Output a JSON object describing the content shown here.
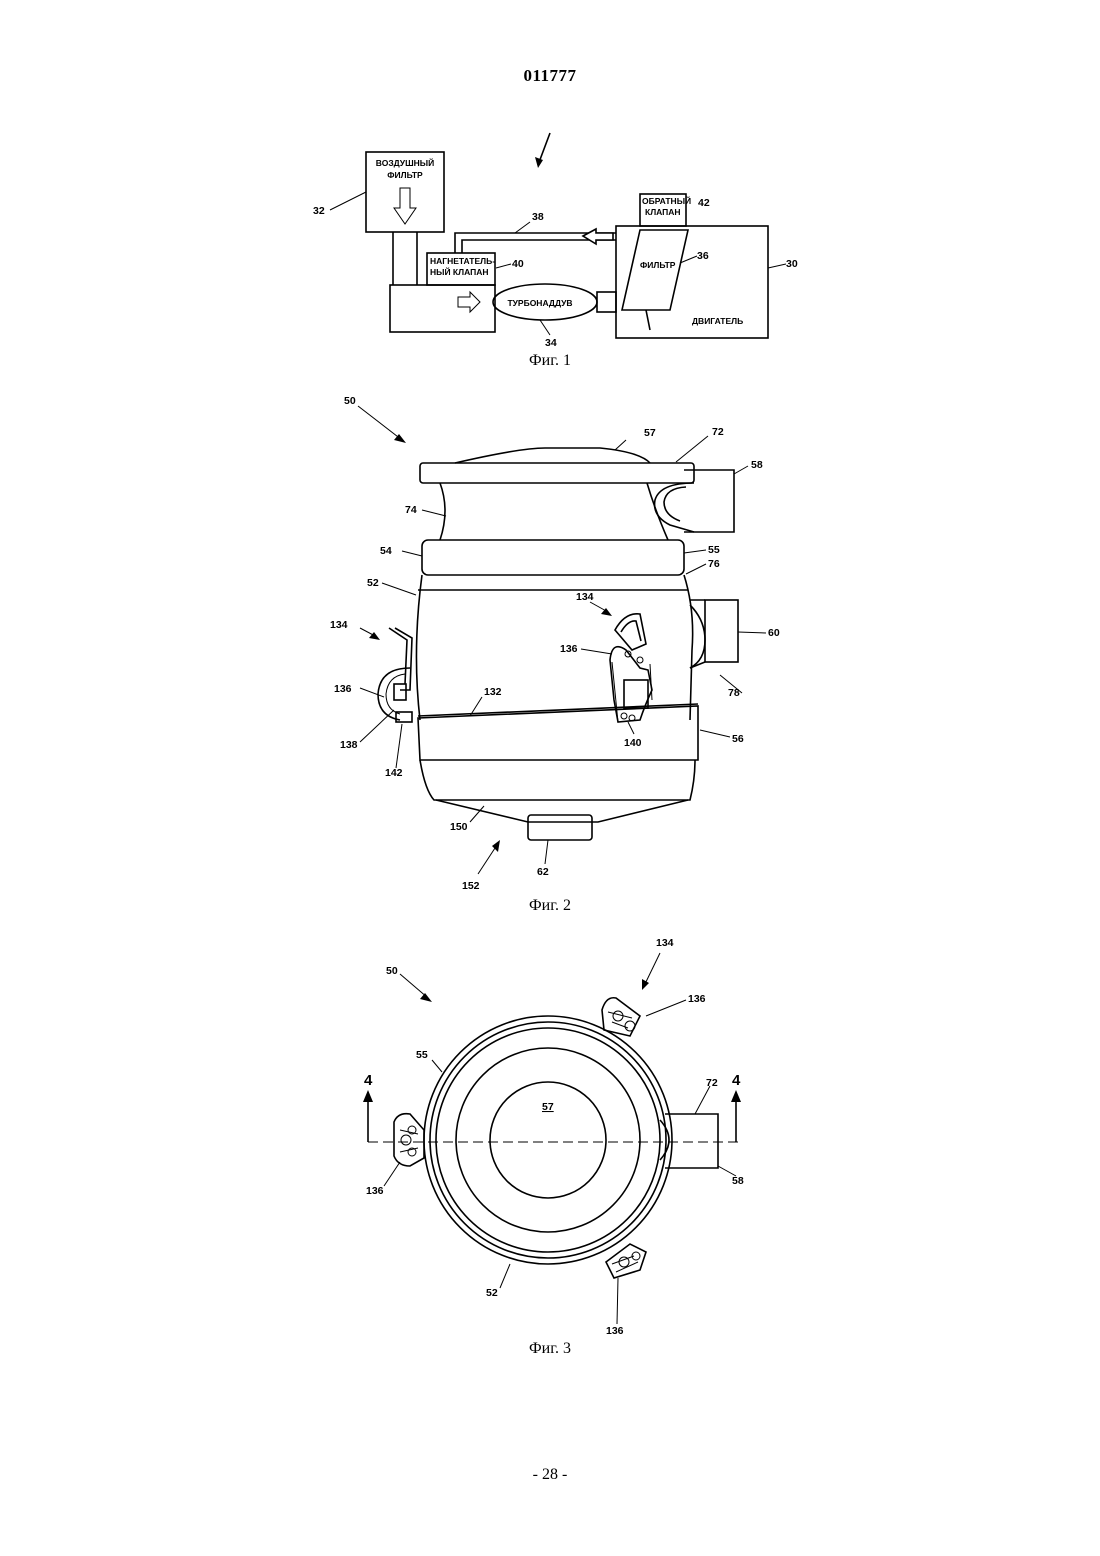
{
  "header": {
    "doc_number": "011777"
  },
  "footer": {
    "page": "- 28 -"
  },
  "figures": [
    {
      "caption": "Фиг. 1",
      "boxes": {
        "air_filter": [
          "ВОЗДУШНЫЙ",
          "ФИЛЬТР"
        ],
        "check_valve": [
          "ОБРАТНЫЙ",
          "КЛАПАН"
        ],
        "pressure_valve": [
          "НАГНЕТАТЕЛЬ-",
          "НЫЙ КЛАПАН"
        ],
        "turbo": "ТУРБОНАДДУВ",
        "filter": "ФИЛЬТР",
        "engine": "ДВИГАТЕЛЬ"
      },
      "labels": [
        "32",
        "38",
        "42",
        "40",
        "36",
        "30",
        "34"
      ]
    },
    {
      "caption": "Фиг. 2",
      "labels": [
        "50",
        "57",
        "72",
        "58",
        "74",
        "54",
        "55",
        "76",
        "52",
        "134",
        "134",
        "60",
        "136",
        "136",
        "78",
        "132",
        "138",
        "140",
        "56",
        "142",
        "150",
        "62",
        "152"
      ]
    },
    {
      "caption": "Фиг. 3",
      "labels": [
        "50",
        "134",
        "136",
        "55",
        "4",
        "4",
        "72",
        "57",
        "136",
        "58",
        "52",
        "136"
      ]
    }
  ]
}
